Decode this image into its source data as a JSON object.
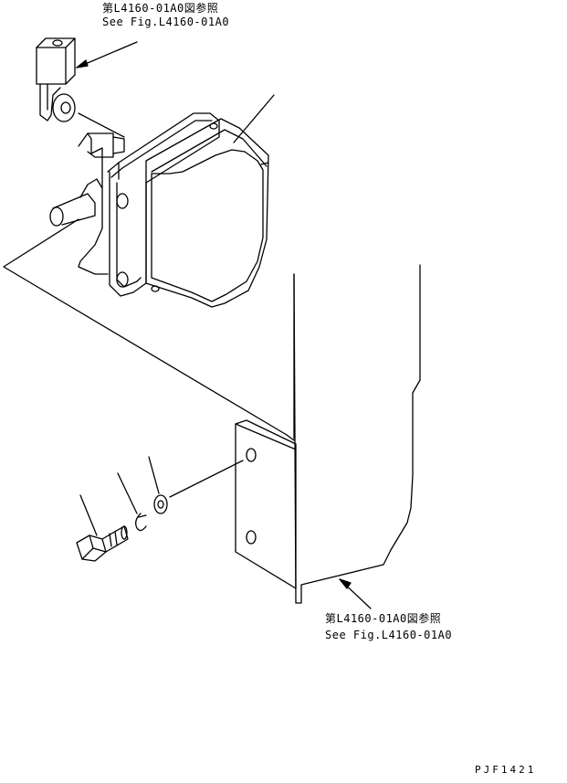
{
  "references": {
    "top": {
      "line1": "第L4160-01A0図参照",
      "line2": "See Fig.L4160-01A0"
    },
    "bottom": {
      "line1": "第L4160-01A0図参照",
      "line2": "See Fig.L4160-01A0"
    }
  },
  "drawing_code": "PJF1421",
  "colors": {
    "ink": "#000000",
    "paper": "#ffffff"
  },
  "parts": [
    "connector",
    "relay-box",
    "mounting-bracket",
    "bolt",
    "spring-washer",
    "flat-washer"
  ]
}
